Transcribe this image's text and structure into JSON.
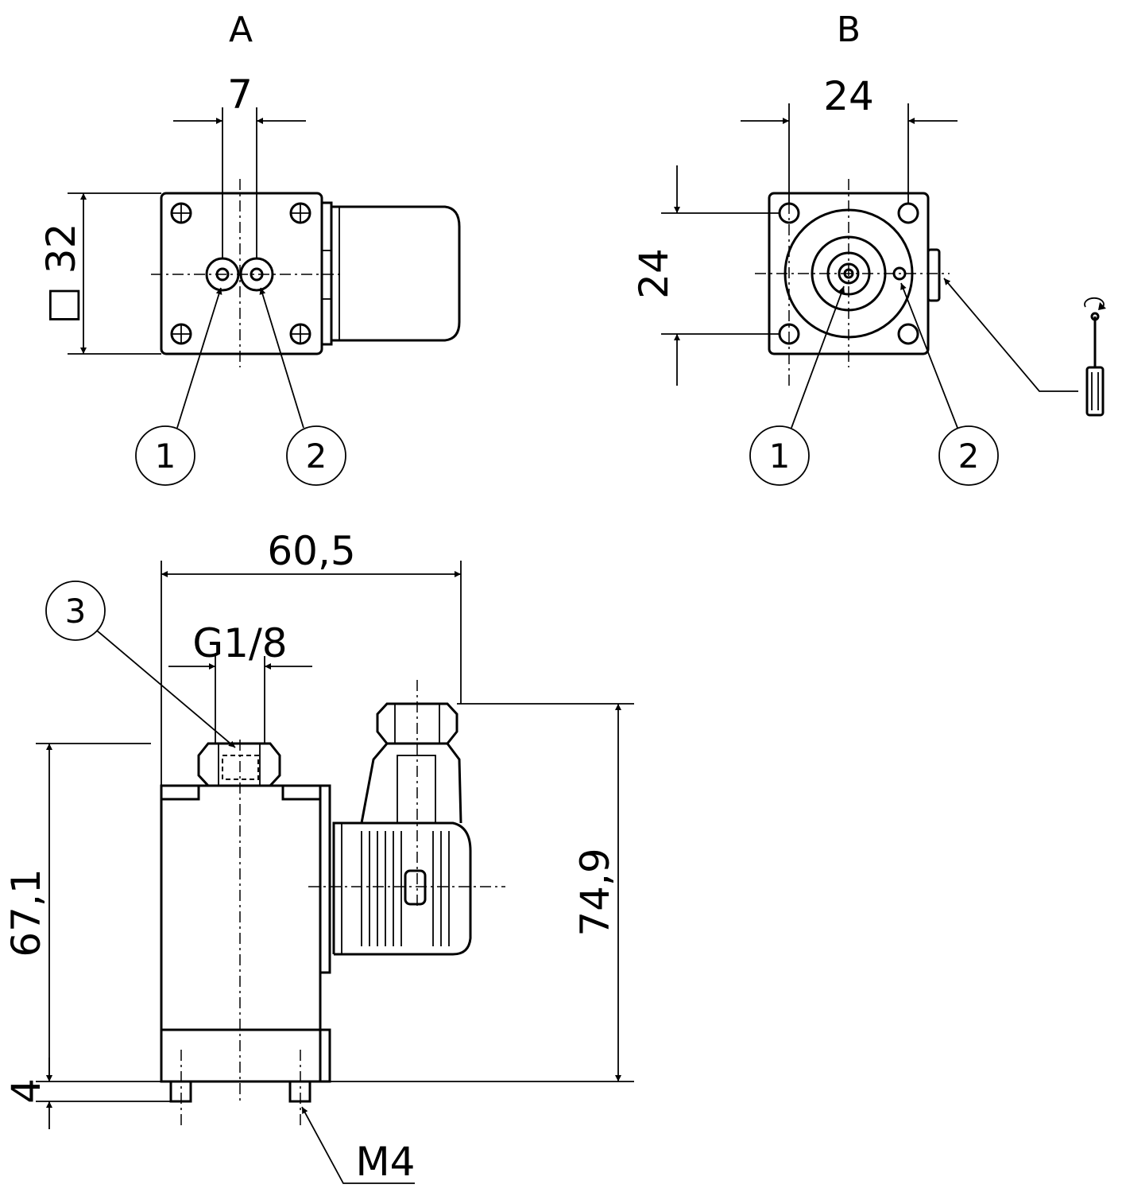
{
  "views": {
    "a": {
      "title": "A",
      "dim_top": "7",
      "dim_side": "□ 32",
      "balloon_1": "1",
      "balloon_2": "2"
    },
    "b": {
      "title": "B",
      "dim_top": "24",
      "dim_side": "24",
      "balloon_1": "1",
      "balloon_2": "2"
    },
    "side": {
      "dim_width": "60,5",
      "dim_thread": "G1/8",
      "balloon_3": "3",
      "dim_height_left": "67,1",
      "dim_height_right": "74,9",
      "dim_foot": "4",
      "dim_screw": "M4"
    }
  },
  "icons": [
    "screwdriver-icon",
    "rotation-arrow-icon"
  ]
}
